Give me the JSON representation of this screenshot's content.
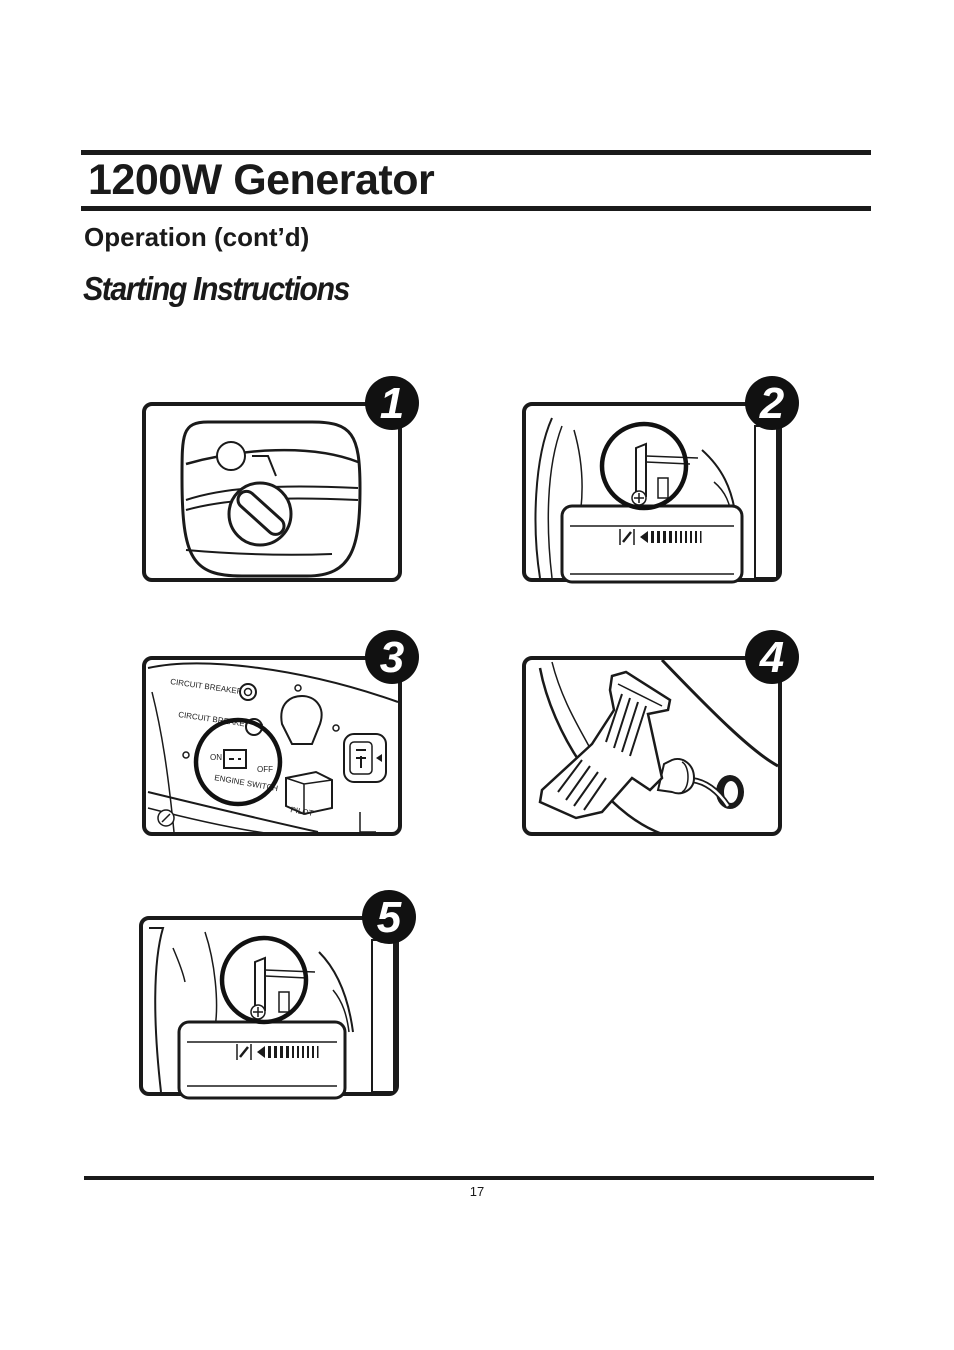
{
  "header": {
    "title": "1200W Generator",
    "subtitle": "Operation (cont’d)",
    "section": "Starting Instructions"
  },
  "steps": [
    {
      "number": "1"
    },
    {
      "number": "2"
    },
    {
      "number": "3",
      "labels": {
        "breaker1": "CIRCUIT BREAKER AC",
        "breaker2": "CIRCUIT BREAKER AC",
        "on": "ON",
        "off": "OFF",
        "switch": "ENGINE SWITCH",
        "pilot": "PILOT"
      }
    },
    {
      "number": "4"
    },
    {
      "number": "5"
    }
  ],
  "footer": {
    "page_number": "17"
  }
}
